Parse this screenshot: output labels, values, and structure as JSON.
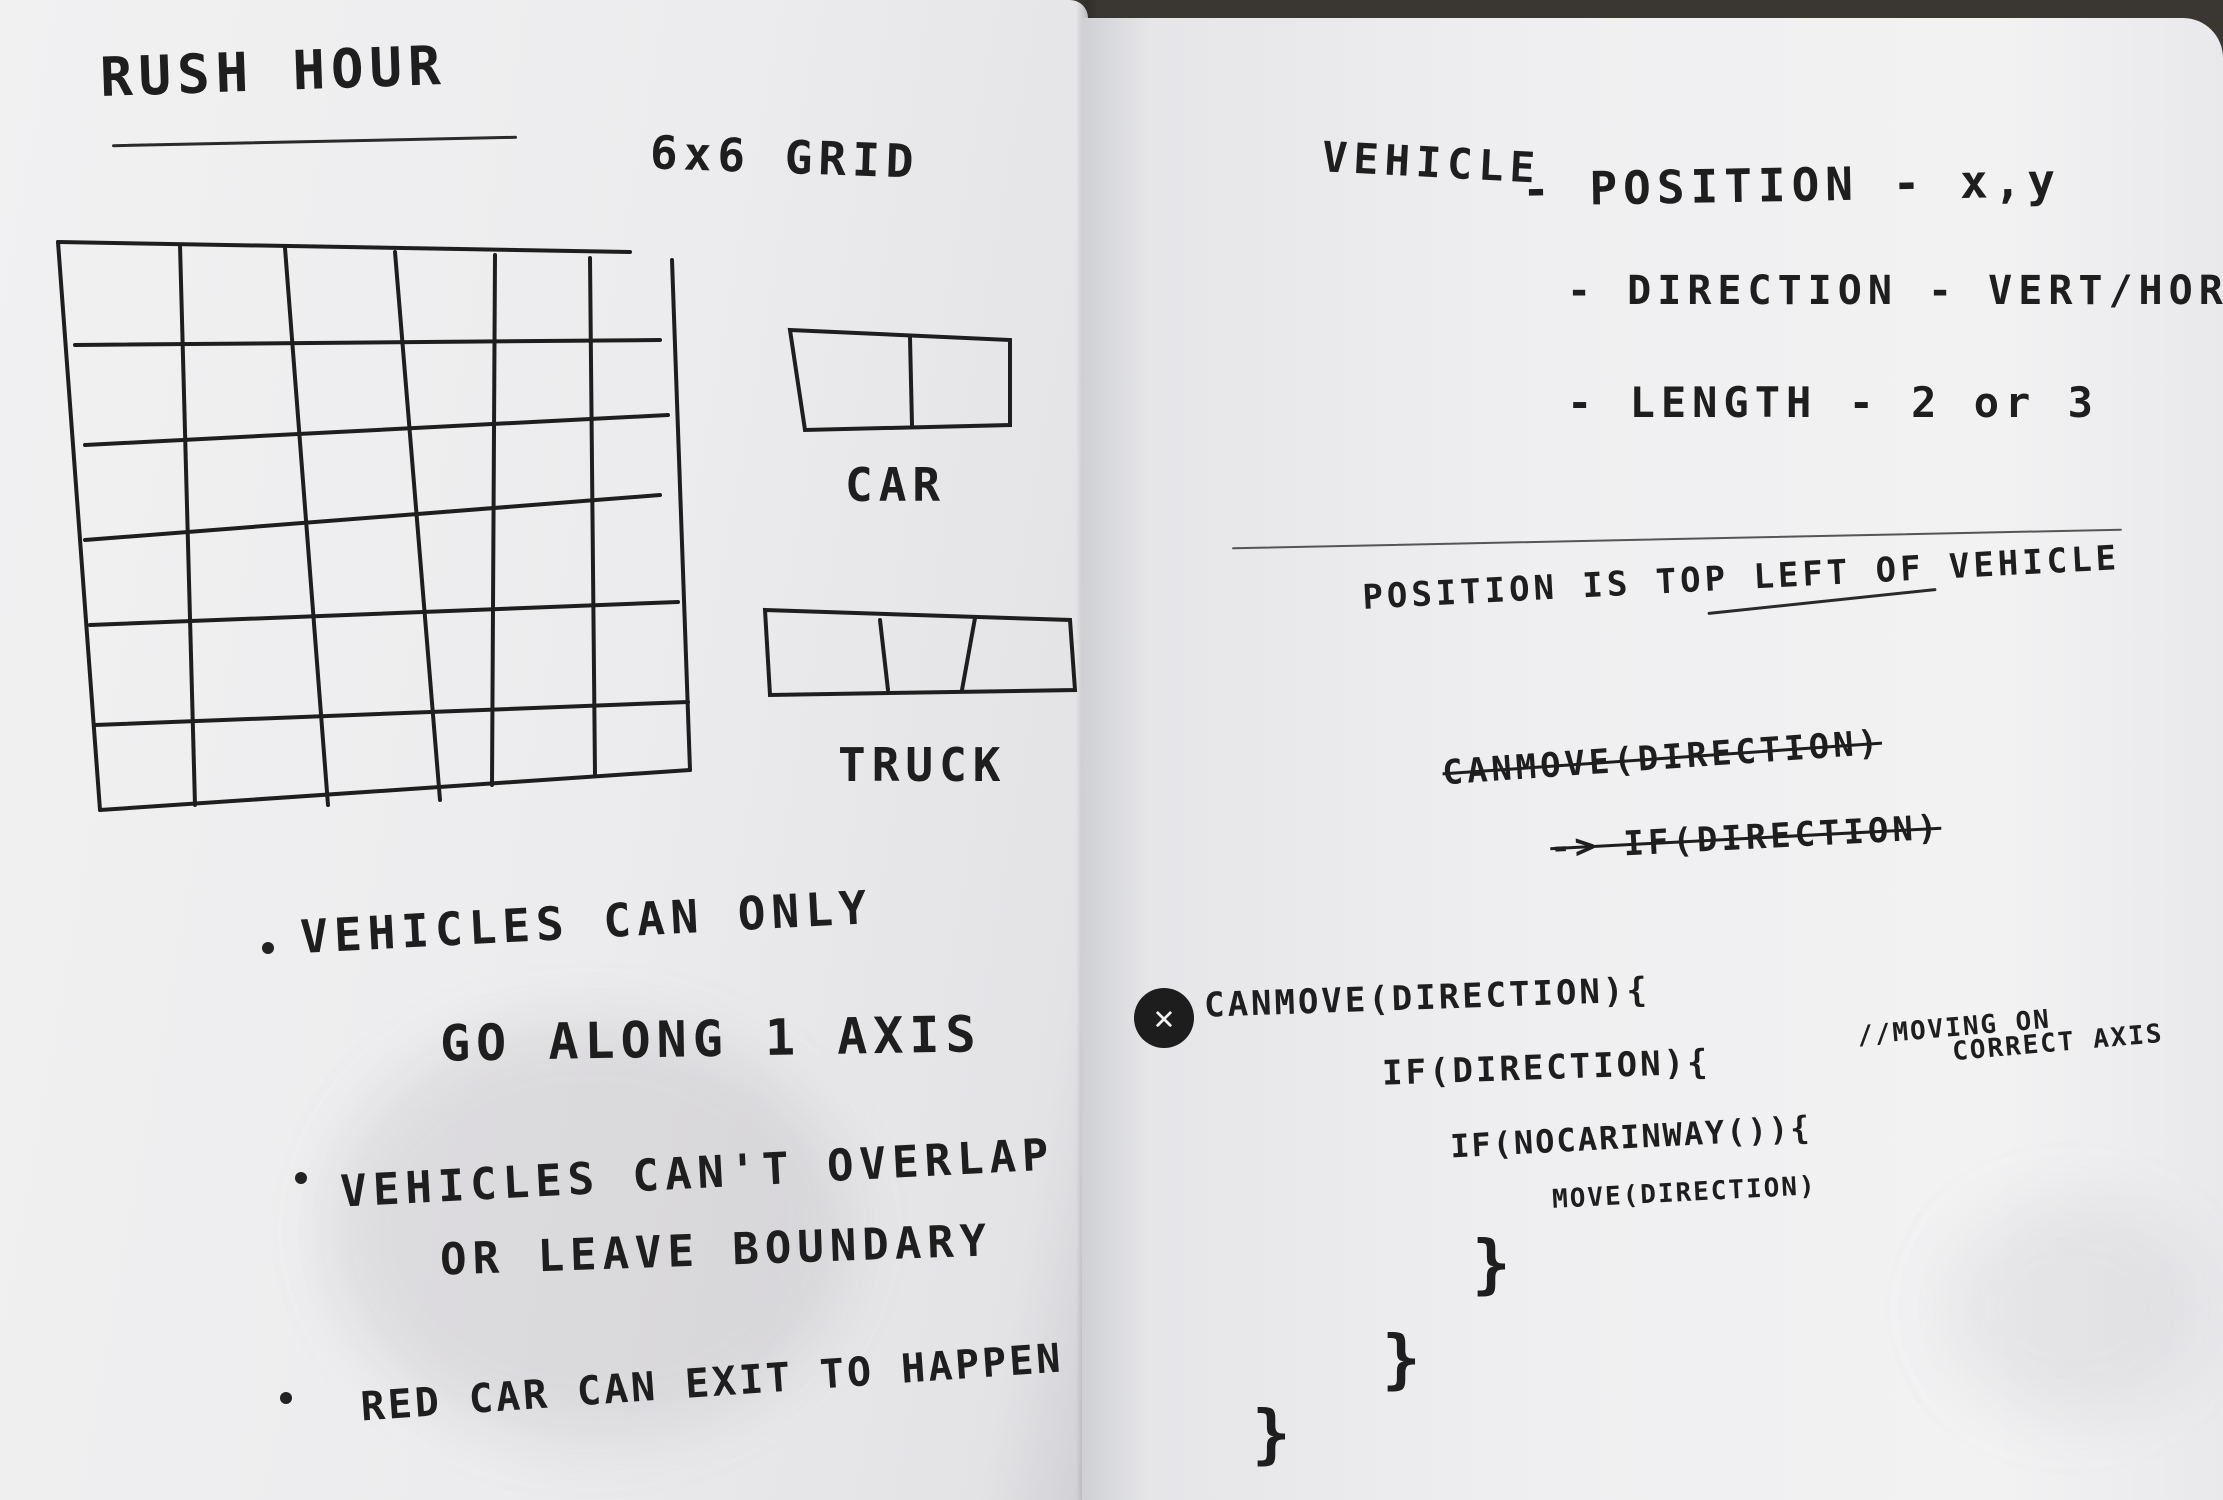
{
  "left_page": {
    "title": "RUSH HOUR",
    "grid_label": "6x6 GRID",
    "car_label": "CAR",
    "truck_label": "TRUCK",
    "rule_1_line_1": "VEHICLES CAN ONLY",
    "rule_1_line_2": "GO ALONG 1 AXIS",
    "rule_2_line_1": "VEHICLES CAN'T OVERLAP",
    "rule_2_line_2": "OR LEAVE BOUNDARY",
    "rule_3": "RED CAR CAN EXIT TO HAPPEN"
  },
  "right_page": {
    "vehicle_label": "VEHICLE",
    "attr_position": "- POSITION - x,y",
    "attr_direction": "- DIRECTION - VERT/HOR",
    "attr_length": "- LENGTH - 2 or 3",
    "position_note": "POSITION IS TOP LEFT OF VEHICLE",
    "struck_line_1": "CANMOVE(DIRECTION)",
    "struck_line_2": "-> IF(DIRECTION)",
    "code_line_1": "CANMOVE(DIRECTION){",
    "code_line_2": "IF(DIRECTION){",
    "code_line_3": "IF(NOCARINWAY()){",
    "code_line_4": "MOVE(DIRECTION)",
    "code_close_1": "}",
    "code_close_2": "}",
    "code_close_3": "}",
    "comment_line_1": "//MOVING ON",
    "comment_line_2": "CORRECT AXIS"
  },
  "colors": {
    "paper": "#efeff1",
    "ink": "#1e1e1e",
    "desk": "#3a3733"
  }
}
